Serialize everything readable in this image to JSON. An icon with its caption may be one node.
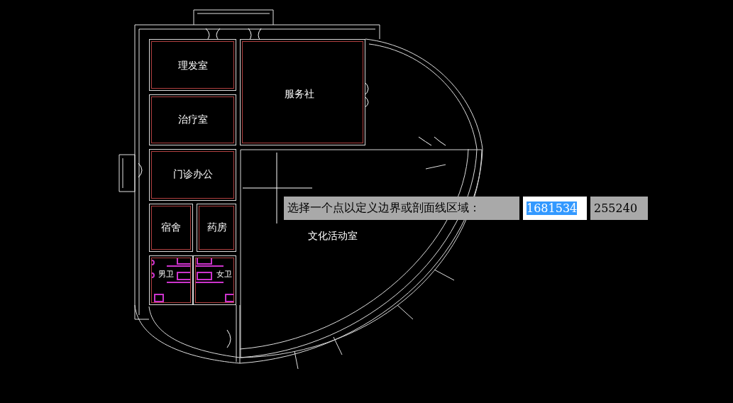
{
  "diagram": {
    "nodes": [
      {
        "text": [
          "理发室"
        ]
      },
      {
        "text": [
          "服务社"
        ]
      },
      {
        "text": [
          "治疗室"
        ]
      },
      {
        "text": [
          "门诊办公"
        ]
      },
      {
        "text": [
          "宿舍"
        ]
      },
      {
        "text": [
          "药房"
        ]
      },
      {
        "text": [
          "男卫"
        ]
      },
      {
        "text": [
          "女卫"
        ]
      },
      {
        "text": [
          "文化活动室"
        ]
      },
      {
        "text": [
          "选择一个点以定义边界或剖面线区域："
        ]
      },
      {
        "text": [
          "1681534"
        ]
      },
      {
        "text": [
          "255240"
        ]
      }
    ],
    "edges": []
  }
}
